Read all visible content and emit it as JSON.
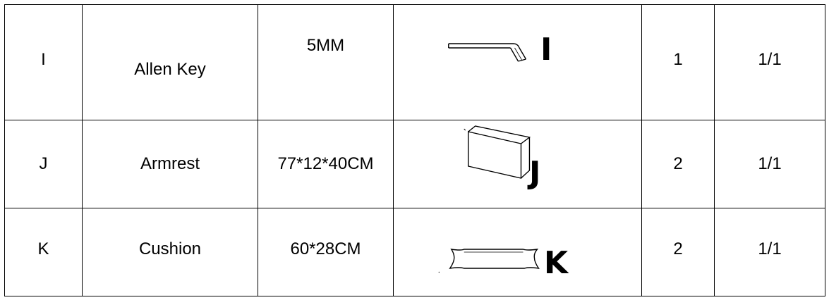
{
  "rows": [
    {
      "code": "I",
      "name": "Allen Key",
      "spec": "5MM",
      "drawing_icon": "allen-key-drawing",
      "drawing_label": "I",
      "qty": "1",
      "box": "1/1"
    },
    {
      "code": "J",
      "name": "Armrest",
      "spec": "77*12*40CM",
      "drawing_icon": "armrest-block-drawing",
      "drawing_label": "J",
      "qty": "2",
      "box": "1/1"
    },
    {
      "code": "K",
      "name": "Cushion",
      "spec": "60*28CM",
      "drawing_icon": "cushion-drawing",
      "drawing_label": "K",
      "qty": "2",
      "box": "1/1"
    }
  ]
}
